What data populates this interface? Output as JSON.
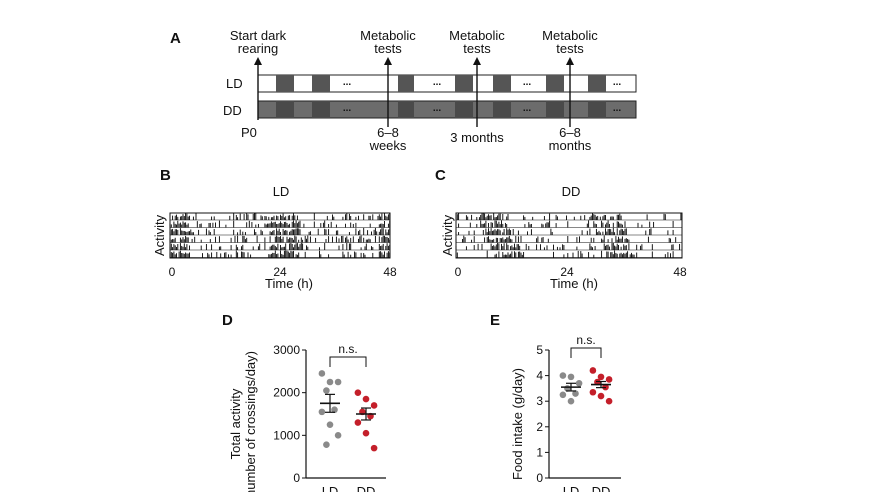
{
  "figure": {
    "panel_letters": [
      "A",
      "B",
      "C",
      "D",
      "E"
    ],
    "panelA": {
      "arrows": [
        {
          "label_lines": [
            "Start dark",
            "rearing"
          ]
        },
        {
          "label_lines": [
            "Metabolic",
            "tests"
          ]
        },
        {
          "label_lines": [
            "Metabolic",
            "tests"
          ]
        },
        {
          "label_lines": [
            "Metabolic",
            "tests"
          ]
        }
      ],
      "row_labels": [
        "LD",
        "DD"
      ],
      "ellipsis": "...",
      "bottom_labels": {
        "p0": "P0",
        "t1": [
          "6–8",
          "weeks"
        ],
        "t2": "3 months",
        "t3": [
          "6–8",
          "months"
        ]
      }
    },
    "panelB": {
      "title": "LD",
      "ylabel": "Activity",
      "xlabel": "Time (h)",
      "xticks": [
        "0",
        "24",
        "48"
      ]
    },
    "panelC": {
      "title": "DD",
      "ylabel": "Activity",
      "xlabel": "Time (h)",
      "xticks": [
        "0",
        "24",
        "48"
      ]
    }
  },
  "chart_data": [
    {
      "type": "scatter",
      "panel": "D",
      "ylabel_lines": [
        "Total activity",
        "number of crossings/day)"
      ],
      "ylim": [
        0,
        3000
      ],
      "yticks": [
        "0",
        "1000",
        "2000",
        "3000"
      ],
      "categories": [
        "LD",
        "DD"
      ],
      "significance": "n.s.",
      "series": [
        {
          "name": "LD",
          "color": "#8a8a8a",
          "mean": 1750,
          "sem": 210,
          "values": [
            2450,
            2250,
            2250,
            2050,
            1600,
            1550,
            1250,
            1000,
            780
          ]
        },
        {
          "name": "DD",
          "color": "#c41f2a",
          "mean": 1500,
          "sem": 140,
          "values": [
            2000,
            1850,
            1700,
            1550,
            1450,
            1300,
            1050,
            700
          ]
        }
      ]
    },
    {
      "type": "scatter",
      "panel": "E",
      "ylabel_lines": [
        "Food intake (g/day)"
      ],
      "ylim": [
        0,
        5
      ],
      "yticks": [
        "0",
        "1",
        "2",
        "3",
        "4",
        "5"
      ],
      "categories": [
        "LD",
        "DD"
      ],
      "significance": "n.s.",
      "series": [
        {
          "name": "LD",
          "color": "#8a8a8a",
          "mean": 3.55,
          "sem": 0.15,
          "values": [
            4.0,
            3.95,
            3.7,
            3.5,
            3.3,
            3.25,
            3.0
          ]
        },
        {
          "name": "DD",
          "color": "#c41f2a",
          "mean": 3.65,
          "sem": 0.12,
          "values": [
            4.2,
            3.95,
            3.85,
            3.75,
            3.55,
            3.35,
            3.2,
            3.0
          ]
        }
      ]
    }
  ]
}
